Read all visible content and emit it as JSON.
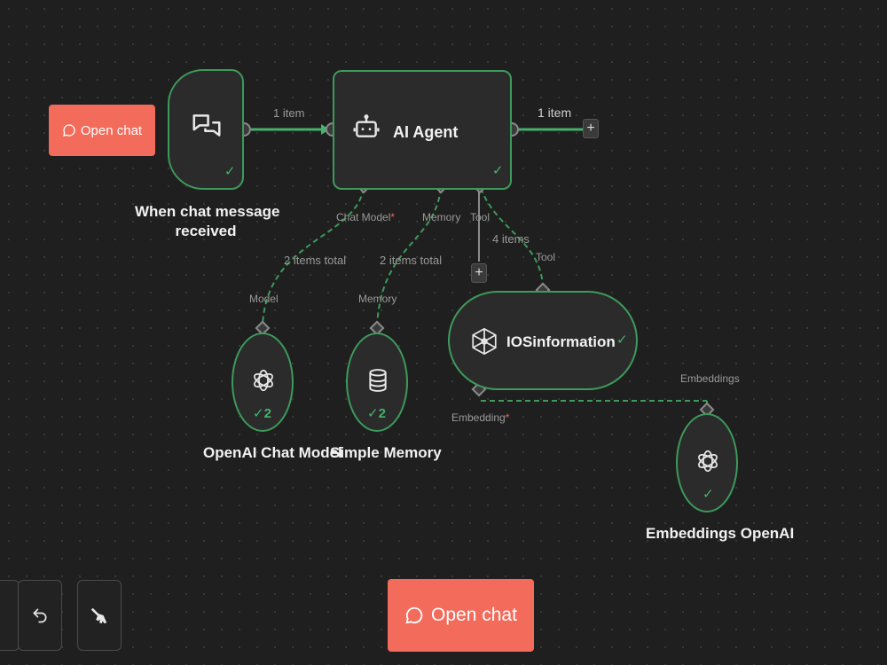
{
  "colors": {
    "accent": "#f26b5b",
    "success": "#45b26b",
    "node_border": "#3d9a5b",
    "background": "#1f1f1f"
  },
  "open_chat_small": {
    "label": "Open chat",
    "icon": "chat-bubble-icon"
  },
  "open_chat_large": {
    "label": "Open chat",
    "icon": "chat-bubble-icon"
  },
  "nodes": {
    "trigger": {
      "title_line1": "When chat message",
      "title_line2": "received",
      "icon": "chat-messages-icon",
      "status": "success"
    },
    "agent": {
      "title": "AI Agent",
      "icon": "robot-icon",
      "status": "success",
      "ports": {
        "chat_model": "Chat Model",
        "memory": "Memory",
        "tool": "Tool"
      }
    },
    "model": {
      "title": "OpenAI Chat Model",
      "icon": "openai-icon",
      "runs": "2",
      "port": "Model"
    },
    "memory": {
      "title": "Simple Memory",
      "icon": "database-icon",
      "runs": "2",
      "port": "Memory"
    },
    "tool": {
      "title": "IOSinformation",
      "icon": "vector-store-icon",
      "port": "Tool",
      "embedding_port": "Embedding",
      "status": "success"
    },
    "embeddings": {
      "title": "Embeddings OpenAI",
      "icon": "openai-icon",
      "port": "Embeddings",
      "status": "success"
    }
  },
  "edges": {
    "trigger_agent": "1 item",
    "agent_out": "1 item",
    "model": "2 items total",
    "memory": "2 items total",
    "tool": "4 items"
  },
  "toolbar": {
    "undo_icon": "undo-icon",
    "clean_icon": "broom-icon"
  },
  "required_mark": "*",
  "check_mark": "✓"
}
